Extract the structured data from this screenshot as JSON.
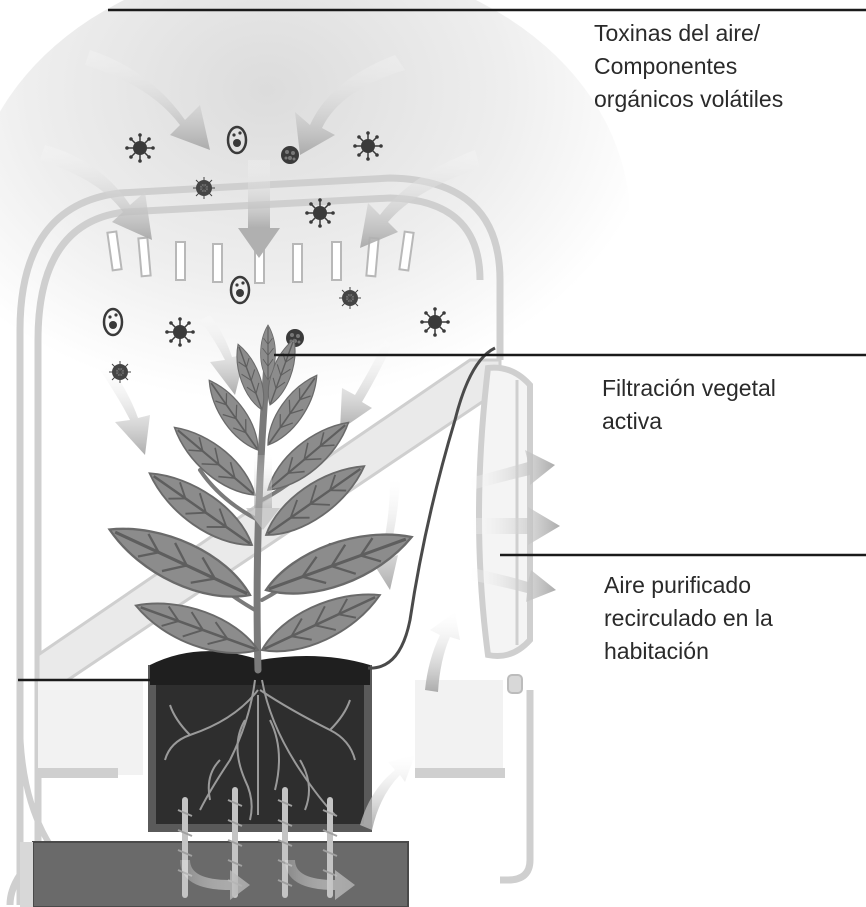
{
  "labels": {
    "toxins": [
      "Toxinas del aire/",
      "Componentes",
      "orgánicos volátiles"
    ],
    "filtration": [
      "Filtración vegetal",
      "activa"
    ],
    "purified": [
      "Aire purificado",
      "recirculado en la",
      "habitación"
    ]
  },
  "colors": {
    "background": "#ffffff",
    "text": "#2a2a2a",
    "leader_line": "#1a1a1a",
    "device_outline": "#cfcfcf",
    "leaf": "#8c8c8c",
    "leaf_vein": "#5e5e5e",
    "soil": "#2e2e2e",
    "pot": "#5a5a5a",
    "arrow": "#bdbdbd",
    "reservoir": "#6a6a6a",
    "particle": "#3a3a3a"
  },
  "icons": [
    "virus-icon",
    "bacteria-icon",
    "spore-icon",
    "arrow-icon",
    "leaf-icon",
    "root-icon"
  ]
}
